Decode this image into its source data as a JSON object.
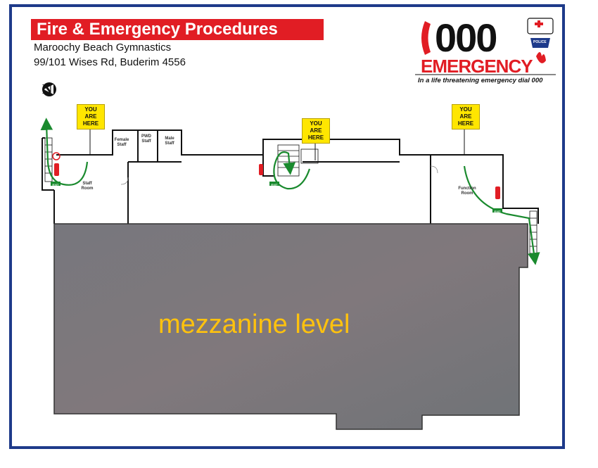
{
  "header": {
    "title": "Fire & Emergency Procedures",
    "venue": "Maroochy Beach Gymnastics",
    "address": "99/101 Wises Rd, Buderim 4556"
  },
  "emergency_logo": {
    "number": "000",
    "word": "EMERGENCY",
    "tagline": "In a life threatening emergency dial 000",
    "badge": "POLICE"
  },
  "compass": {
    "label": "N"
  },
  "markers": {
    "you_are_here": [
      "YOU",
      "ARE",
      "HERE"
    ]
  },
  "rooms": {
    "female_staff": [
      "Female",
      "Staff"
    ],
    "pwd_staff": [
      "PWD",
      "Staff"
    ],
    "male_staff": [
      "Male",
      "Staff"
    ],
    "staff_room": [
      "Staff",
      "Room"
    ],
    "first_aid_room": [
      "Function",
      "Room"
    ]
  },
  "exit_label": "EXIT",
  "level_label": "mezzanine level",
  "colors": {
    "frame": "#1e3a8a",
    "title_bg": "#e11d24",
    "route": "#1a8a2e",
    "marker": "#ffe600",
    "level_text": "#ffc20e",
    "mezzanine_fill": "#7a7a80"
  }
}
